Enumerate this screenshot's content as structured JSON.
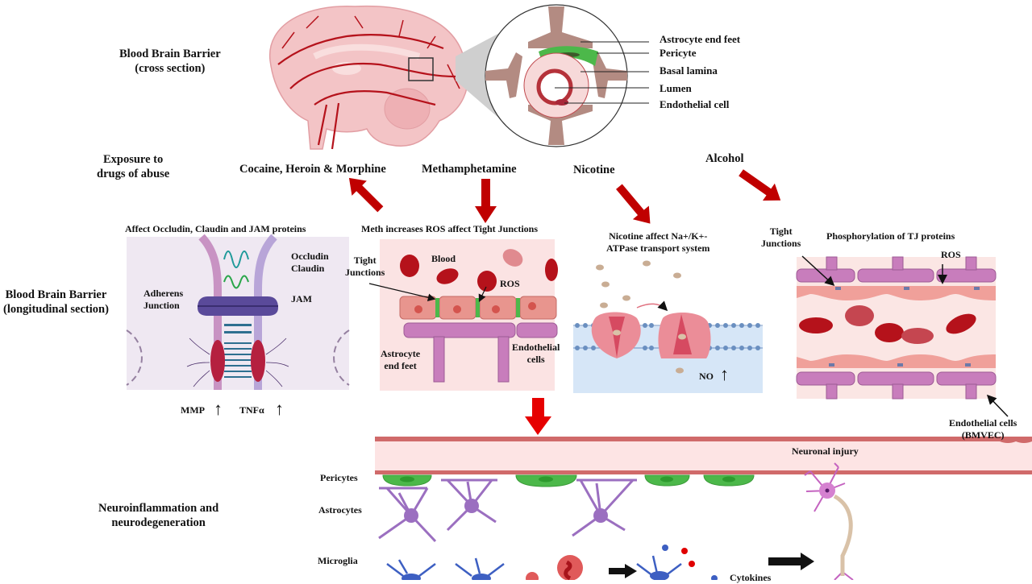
{
  "colors": {
    "arrow_red": "#c00000",
    "arrow_bright_red": "#e60000",
    "brain_pink": "#f3c4c6",
    "vessel_red": "#b5121b",
    "astro_brown": "#b38b82",
    "pericyte_green": "#4cb84a",
    "endothelial_pink": "#e8958e",
    "astrocyte_purple": "#9b6fc0",
    "microglia_blue": "#3d5fc2",
    "junction_purple": "#5a4a9a",
    "membrane_blue": "#d6e6f7",
    "pump_pink": "#e8727f"
  },
  "cross_section": {
    "title_line1": "Blood Brain Barrier",
    "title_line2": "(cross section)",
    "callouts": [
      "Astrocyte end feet",
      "Pericyte",
      "Basal lamina",
      "Lumen",
      "Endothelial  cell"
    ]
  },
  "exposure": {
    "line1": "Exposure to",
    "line2": "drugs of abuse"
  },
  "drugs": [
    {
      "name": "Cocaine, Heroin & Morphine"
    },
    {
      "name": "Methamphetamine"
    },
    {
      "name": "Nicotine"
    },
    {
      "name": "Alcohol"
    }
  ],
  "longitudinal": {
    "title_line1": "Blood Brain Barrier",
    "title_line2": "(longitudinal  section)"
  },
  "panel_cocaine": {
    "caption": "Affect Occludin, Claudin and JAM proteins",
    "occludin": "Occludin",
    "claudin": "Claudin",
    "jam": "JAM",
    "adherens_line1": "Adherens",
    "adherens_line2": "Junction",
    "mmp": "MMP",
    "tnf": "TNFα",
    "up_arrow": "↑"
  },
  "panel_meth": {
    "caption": "Meth  increases ROS affect  Tight  Junctions",
    "tight_line1": "Tight",
    "tight_line2": "Junctions",
    "blood": "Blood",
    "ros": "ROS",
    "astro_line1": "Astrocyte",
    "astro_line2": "end feet",
    "endo_line1": "Endothelial",
    "endo_line2": "cells"
  },
  "panel_nicotine": {
    "caption_line1": "Nicotine affect Na+/K+-",
    "caption_line2": "ATPase transport system",
    "no": "NO",
    "up_arrow": "↑"
  },
  "panel_alcohol": {
    "caption": "Phosphorylation  of  TJ proteins",
    "tight_line1": "Tight",
    "tight_line2": "Junctions",
    "ros": "ROS",
    "endo_line1": "Endothelial  cells",
    "endo_line2": "(BMVEC)"
  },
  "bottom": {
    "title_line1": "Neuroinflammation  and",
    "title_line2": "neurodegeneration",
    "pericytes": "Pericytes",
    "astrocytes": "Astrocytes",
    "microglia": "Microglia",
    "cytokines": "Cytokines",
    "neuronal_injury": "Neuronal  injury"
  }
}
